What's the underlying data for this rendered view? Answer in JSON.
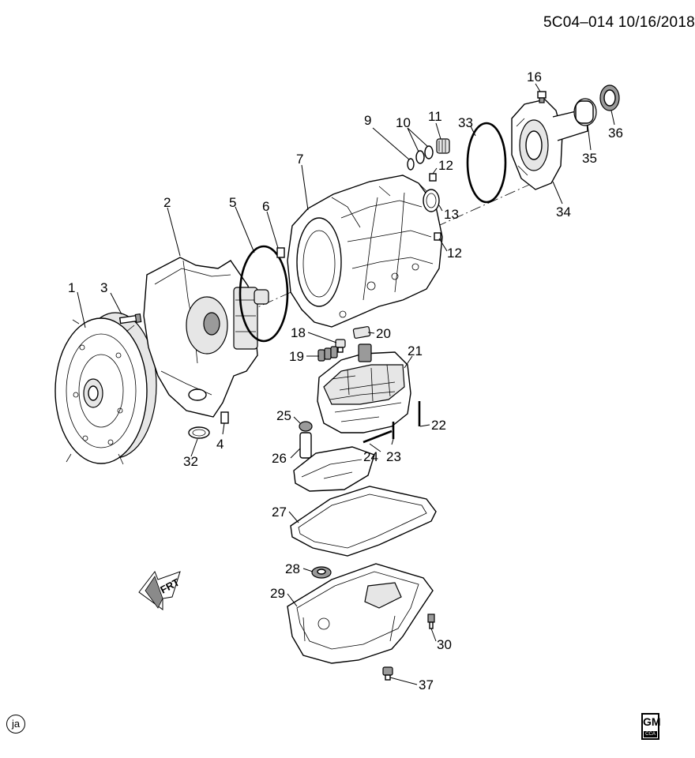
{
  "header": {
    "code": "5C04–014  10/16/2018"
  },
  "callouts": [
    {
      "id": "1",
      "label": "1"
    },
    {
      "id": "2",
      "label": "2"
    },
    {
      "id": "3",
      "label": "3"
    },
    {
      "id": "4",
      "label": "4"
    },
    {
      "id": "5",
      "label": "5"
    },
    {
      "id": "6",
      "label": "6"
    },
    {
      "id": "7",
      "label": "7"
    },
    {
      "id": "9",
      "label": "9"
    },
    {
      "id": "10",
      "label": "10"
    },
    {
      "id": "11",
      "label": "11"
    },
    {
      "id": "12a",
      "label": "12"
    },
    {
      "id": "12b",
      "label": "12"
    },
    {
      "id": "13",
      "label": "13"
    },
    {
      "id": "16",
      "label": "16"
    },
    {
      "id": "18",
      "label": "18"
    },
    {
      "id": "19",
      "label": "19"
    },
    {
      "id": "20",
      "label": "20"
    },
    {
      "id": "21",
      "label": "21"
    },
    {
      "id": "22",
      "label": "22"
    },
    {
      "id": "23",
      "label": "23"
    },
    {
      "id": "24",
      "label": "24"
    },
    {
      "id": "25",
      "label": "25"
    },
    {
      "id": "26",
      "label": "26"
    },
    {
      "id": "27",
      "label": "27"
    },
    {
      "id": "28",
      "label": "28"
    },
    {
      "id": "29",
      "label": "29"
    },
    {
      "id": "30",
      "label": "30"
    },
    {
      "id": "32",
      "label": "32"
    },
    {
      "id": "33",
      "label": "33"
    },
    {
      "id": "34",
      "label": "34"
    },
    {
      "id": "35",
      "label": "35"
    },
    {
      "id": "36",
      "label": "36"
    },
    {
      "id": "37",
      "label": "37"
    }
  ],
  "front_arrow": {
    "label": "FRT",
    "icon": "front-direction-arrow-icon"
  },
  "view_code": "ja",
  "logo": {
    "text": "GM",
    "band": "CCA",
    "icon": "gm-logo-icon"
  }
}
